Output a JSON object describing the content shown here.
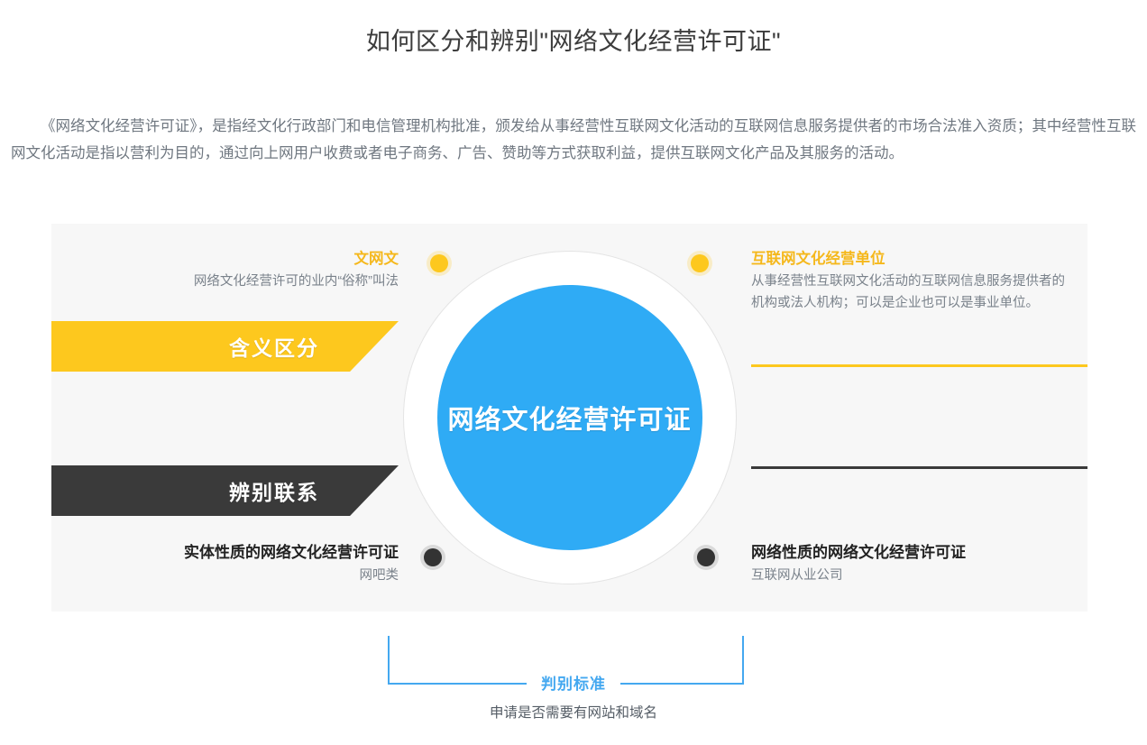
{
  "page": {
    "title": "如何区分和辨别\"网络文化经营许可证\"",
    "intro": "《网络文化经营许可证》，是指经文化行政部门和电信管理机构批准，颁发给从事经营性互联网文化活动的互联网信息服务提供者的市场合法准入资质；其中经营性互联网文化活动是指以营利为目的，通过向上网用户收费或者电子商务、广告、赞助等方式获取利益，提供互联网文化产品及其服务的活动。"
  },
  "infographic": {
    "center_label": "网络文化经营许可证",
    "ribbons": [
      {
        "label": "含义区分",
        "color": "#fdc81e"
      },
      {
        "label": "辨别联系",
        "color": "#3a3a3a"
      }
    ],
    "blocks": {
      "top_left": {
        "title": "文网文",
        "desc": "网络文化经营许可的业内“俗称”叫法"
      },
      "top_right": {
        "title": "互联网文化经营单位",
        "desc": "从事经营性互联网文化活动的互联网信息服务提供者的机构或法人机构；可以是企业也可以是事业单位。"
      },
      "bottom_left": {
        "title": "实体性质的网络文化经营许可证",
        "desc": "网吧类"
      },
      "bottom_right": {
        "title": "网络性质的网络文化经营许可证",
        "desc": "互联网从业公司"
      }
    },
    "criterion": {
      "title": "判别标准",
      "desc": "申请是否需要有网站和域名"
    },
    "colors": {
      "accent_blue": "#2fabf5",
      "accent_yellow": "#fdc81e",
      "accent_dark": "#3a3a3a",
      "bracket_blue": "#44a8f0",
      "panel_bg": "#f7f7f7"
    }
  }
}
